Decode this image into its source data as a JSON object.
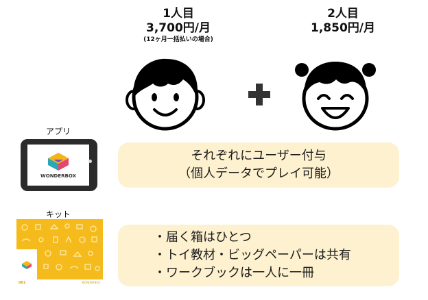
{
  "pricing": {
    "person1": {
      "title": "1人目",
      "price": "3,700円/月",
      "note": "(12ヶ月一括払いの場合)"
    },
    "person2": {
      "title": "2人目",
      "price": "1,850円/月"
    }
  },
  "plus_icon": "plus-icon",
  "sections": {
    "app": {
      "label": "アプリ",
      "logo_text": "WONDERBOX",
      "pill_lines": [
        "それぞれにユーザー付与",
        "（個人データでプレイ可能）"
      ]
    },
    "kit": {
      "label": "キット",
      "kit_number": "001",
      "kit_brand": "WONDERBOX",
      "pill_lines": [
        "・届く箱はひとつ",
        "・トイ教材・ビッグペーパーは共有",
        "・ワークブックは一人に一冊"
      ]
    }
  },
  "colors": {
    "pill_bg": "#fdf1cf",
    "kit_yellow": "#f5bb1c",
    "tablet_frame": "#2b2b2b"
  }
}
